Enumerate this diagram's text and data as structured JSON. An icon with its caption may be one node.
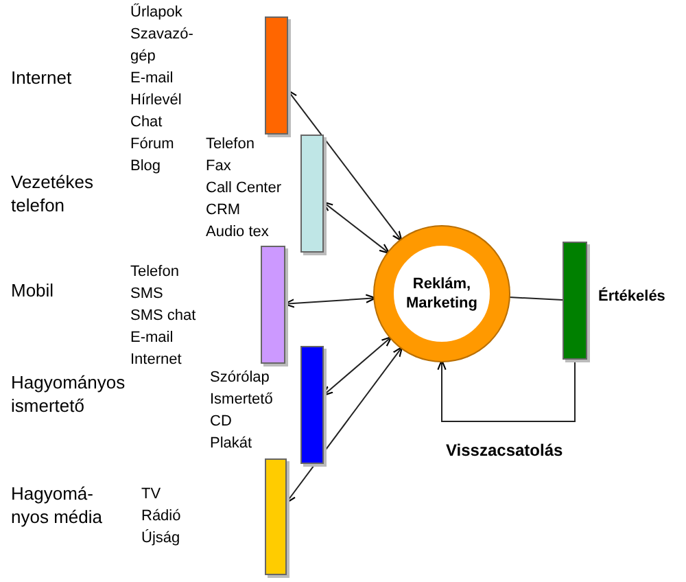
{
  "diagram": {
    "nodes": [
      {
        "text": [],
        "shape": "bar"
      },
      {
        "text": [],
        "shape": "bar"
      },
      {
        "text": [],
        "shape": "bar"
      },
      {
        "text": [],
        "shape": "bar"
      },
      {
        "text": [],
        "shape": "bar"
      },
      {
        "text": [
          "Reklám, Marketing"
        ]
      },
      {
        "text": [],
        "shape": "bar",
        "beside": [
          "Értékelés"
        ]
      }
    ],
    "edges": [
      {
        "from": 0,
        "to": 5,
        "arrow": "both"
      },
      {
        "from": 1,
        "to": 5,
        "arrow": "both"
      },
      {
        "from": 2,
        "to": 5,
        "arrow": "both"
      },
      {
        "from": 3,
        "to": 5,
        "arrow": "both"
      },
      {
        "from": 4,
        "to": 5,
        "arrow": "both"
      },
      {
        "from": 5,
        "to": 6,
        "arrow": "none"
      },
      {
        "from": 6,
        "to": 5,
        "arrow": "to",
        "label": "Visszacsatolás"
      }
    ],
    "labels": [
      "Internet",
      "Űrlapok",
      "Szavazó- gép",
      "E-mail",
      "Hírlevél",
      "Chat",
      "Fórum",
      "Blog",
      "Vezetékes telefon",
      "Telefon",
      "Fax",
      "Call Center",
      "CRM",
      "Audio tex",
      "Mobil",
      "Telefon",
      "SMS",
      "SMS chat",
      "E-mail",
      "Internet",
      "Hagyományos ismertető",
      "Szórólap",
      "Ismertető",
      "CD",
      "Plakát",
      "Hagyomá- nyos média",
      "TV",
      "Rádió",
      "Újság"
    ]
  }
}
